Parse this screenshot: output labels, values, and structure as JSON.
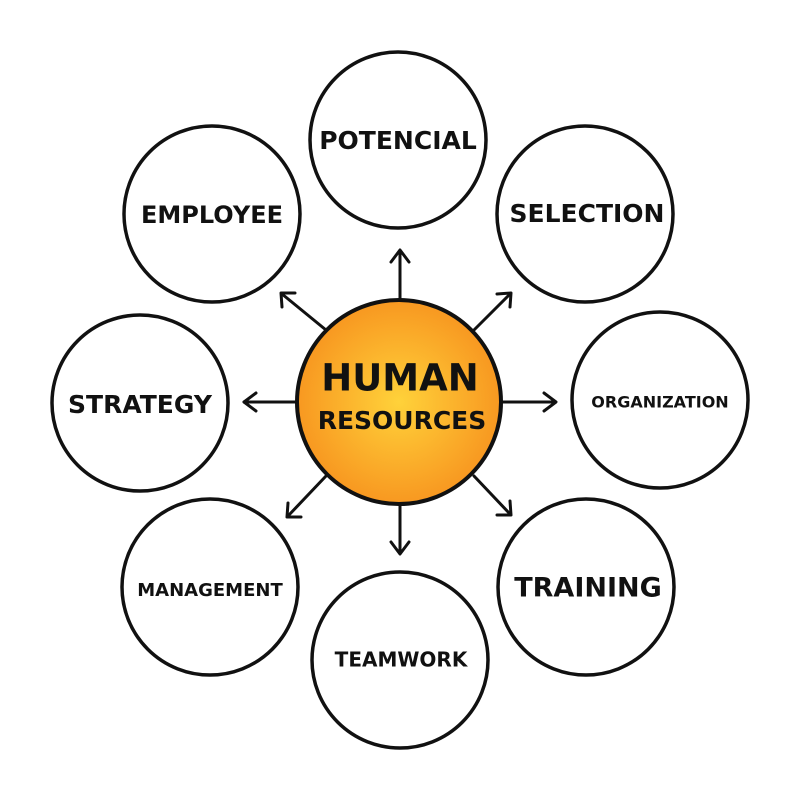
{
  "diagram": {
    "center": {
      "line1": "HUMAN",
      "line2": "RESOURCES",
      "fill_inner": "#ffd23a",
      "fill_outer": "#f7921e"
    },
    "nodes": [
      {
        "id": "potencial",
        "label": "POTENCIAL"
      },
      {
        "id": "selection",
        "label": "SELECTION"
      },
      {
        "id": "organization",
        "label": "ORGANIZATION"
      },
      {
        "id": "training",
        "label": "TRAINING"
      },
      {
        "id": "teamwork",
        "label": "TEAMWORK"
      },
      {
        "id": "management",
        "label": "MANAGEMENT"
      },
      {
        "id": "strategy",
        "label": "STRATEGY"
      },
      {
        "id": "employee",
        "label": "EMPLOYEE"
      }
    ]
  }
}
